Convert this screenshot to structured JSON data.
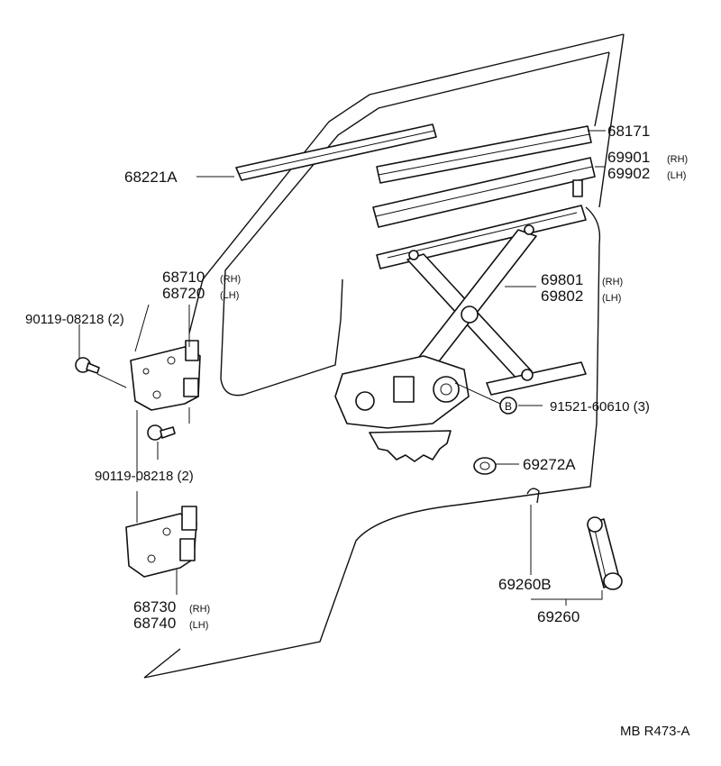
{
  "callouts": {
    "p68171": "68171",
    "p69901": "69901",
    "p69901_side": "(RH)",
    "p69902": "69902",
    "p69902_side": "(LH)",
    "p68221A": "68221A",
    "p68710": "68710",
    "p68710_side": "(RH)",
    "p68720": "68720",
    "p68720_side": "(LH)",
    "p69801": "69801",
    "p69801_side": "(RH)",
    "p69802": "69802",
    "p69802_side": "(LH)",
    "bolt_upper": "90119-08218 (2)",
    "bolt_lower": "90119-08218 (2)",
    "p91521": "91521-60610 (3)",
    "p69272A": "69272A",
    "p69260B": "69260B",
    "p69260": "69260",
    "p68730": "68730",
    "p68730_side": "(RH)",
    "p68740": "68740",
    "p68740_side": "(LH)",
    "bolt_symbol": "B"
  },
  "footer": {
    "ref_code": "MB  R473-A"
  }
}
